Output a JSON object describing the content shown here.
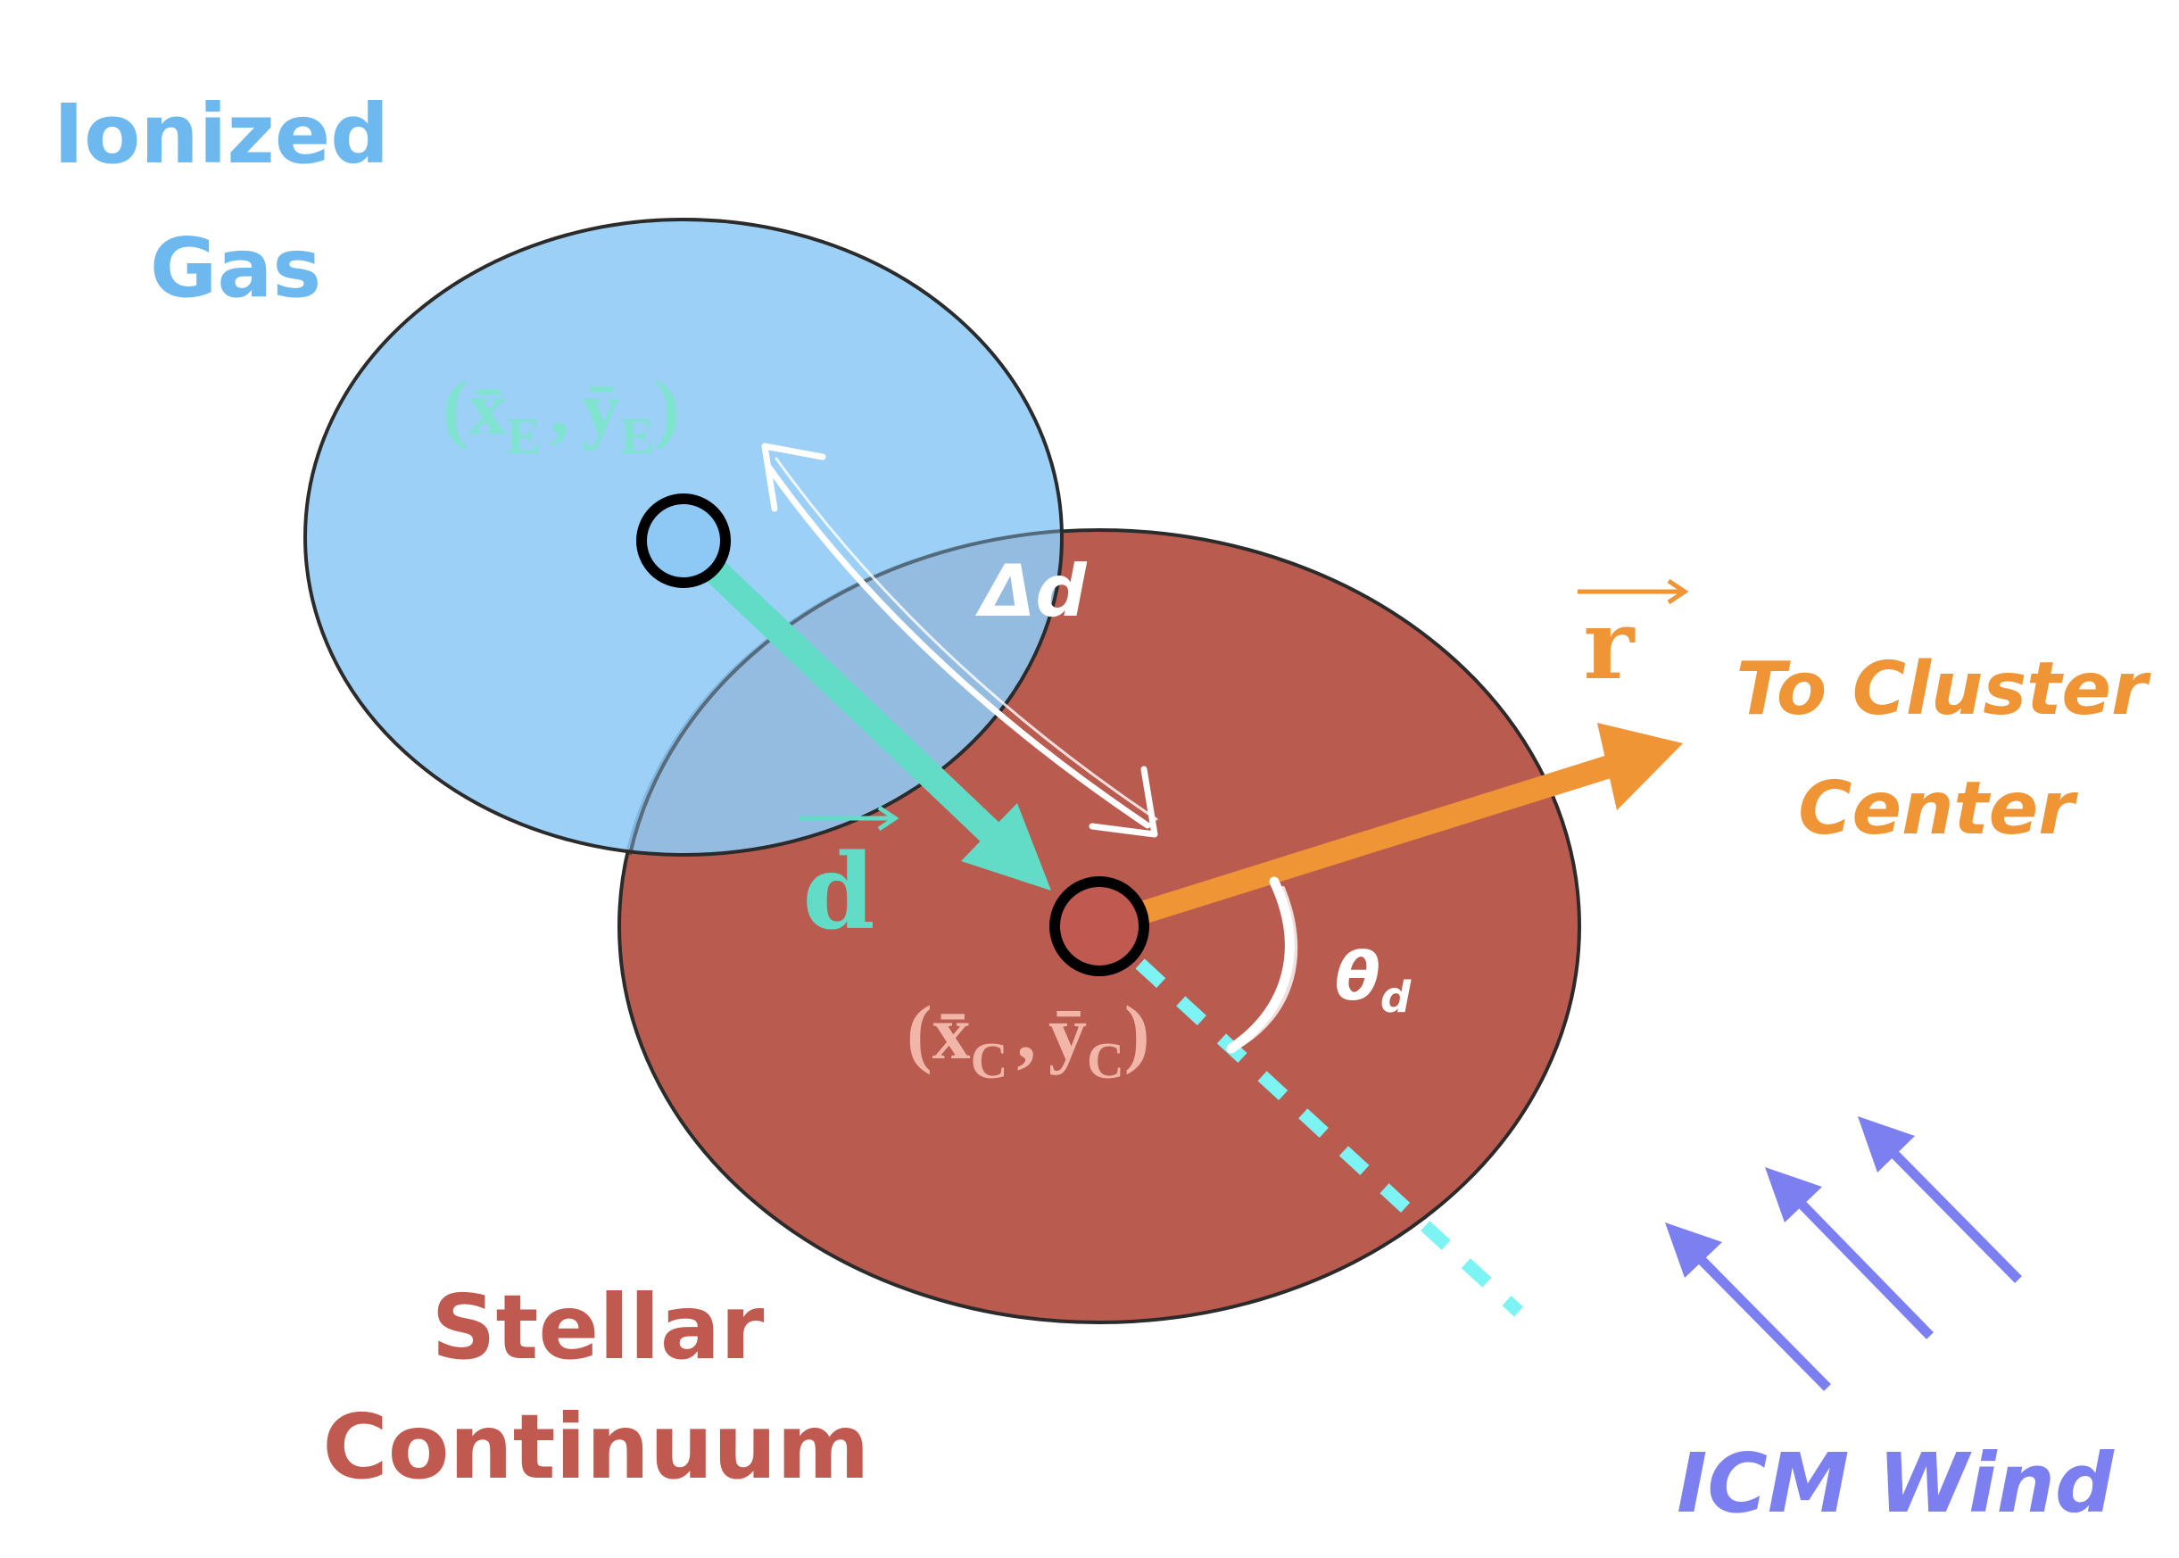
{
  "labels": {
    "ionized_gas_line1": "Ionized",
    "ionized_gas_line2": "Gas",
    "stellar_line1": "Stellar",
    "stellar_line2": "Continuum",
    "cluster_line1": "To Cluster",
    "cluster_line2": "Center",
    "icm_wind": "ICM Wind",
    "delta_d": "Δd",
    "theta_main": "θ",
    "theta_sub": "d",
    "vector_d": "d",
    "vector_r": "r"
  },
  "coordinates": {
    "emission": {
      "open": "(",
      "x": "x̄",
      "x_sub": "E",
      "sep": ",",
      "y": "ȳ",
      "y_sub": "E",
      "close": ")"
    },
    "continuum": {
      "open": "(",
      "x": "x̄",
      "x_sub": "C",
      "sep": ",",
      "y": "ȳ",
      "y_sub": "C",
      "close": ")"
    }
  },
  "colors": {
    "ionized_gas": "#6db8ef",
    "gas_fill": "#8ec9f6",
    "stellar": "#c05a50",
    "stellar_fill": "#b95b4f",
    "cluster": "#ef9535",
    "icm_wind": "#7b7ff0",
    "displacement": "#62dcc7",
    "dashed_line": "#7ef3f3",
    "white": "#ffffff",
    "outline": "#2b2b2b"
  }
}
